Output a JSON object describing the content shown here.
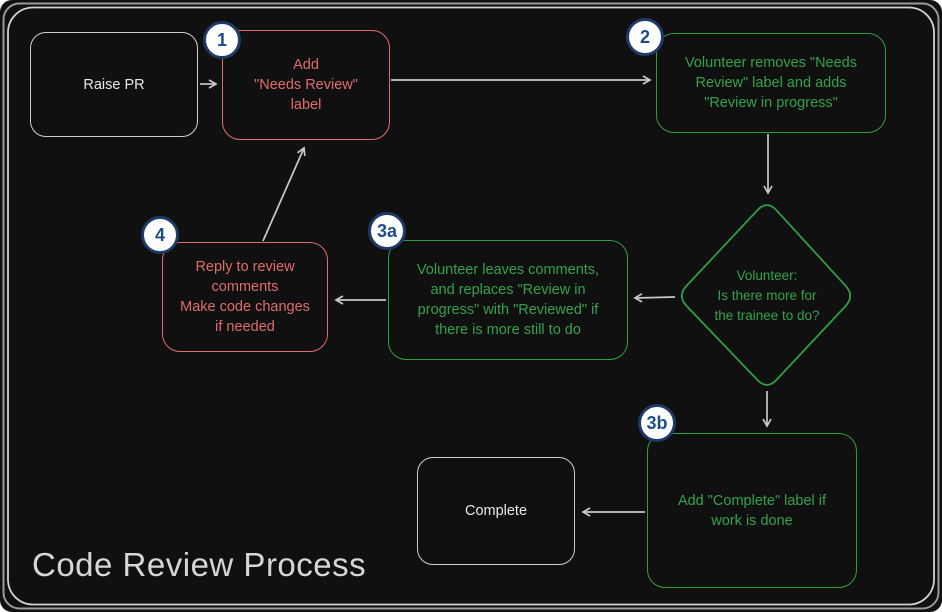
{
  "title": "Code Review Process",
  "colors": {
    "background": "#101010",
    "frame": "#b8b8b8",
    "arrow": "#c9c9c9",
    "red_accent": "#e06c6c",
    "green_accent": "#2e9e44",
    "neutral_text": "#e8e8e8",
    "badge_fill": "#ffffff",
    "badge_border": "#1f3a66",
    "badge_text": "#1d4e89"
  },
  "nodes": {
    "raise_pr": {
      "label": "Raise PR"
    },
    "add_needs_review": {
      "badge": "1",
      "label": "Add\n\"Needs Review\"\nlabel"
    },
    "volunteer_removes": {
      "badge": "2",
      "label": "Volunteer removes \"Needs\nReview\" label and adds\n\"Review in progress\""
    },
    "decision": {
      "label": "Volunteer:\nIs there more for\nthe trainee to do?"
    },
    "volunteer_leaves": {
      "badge": "3a",
      "label": "Volunteer leaves comments,\nand replaces \"Review in\nprogress\" with \"Reviewed\" if\nthere is more still to do"
    },
    "reply_to_review": {
      "badge": "4",
      "label": "Reply to review\ncomments\nMake code changes\nif needed"
    },
    "add_complete": {
      "badge": "3b",
      "label": "Add \"Complete\" label if\nwork is done"
    },
    "complete": {
      "label": "Complete"
    }
  },
  "edges": [
    {
      "from": "raise_pr",
      "to": "add_needs_review"
    },
    {
      "from": "add_needs_review",
      "to": "volunteer_removes"
    },
    {
      "from": "volunteer_removes",
      "to": "decision"
    },
    {
      "from": "decision",
      "to": "volunteer_leaves"
    },
    {
      "from": "volunteer_leaves",
      "to": "reply_to_review"
    },
    {
      "from": "reply_to_review",
      "to": "add_needs_review"
    },
    {
      "from": "decision",
      "to": "add_complete"
    },
    {
      "from": "add_complete",
      "to": "complete"
    }
  ]
}
